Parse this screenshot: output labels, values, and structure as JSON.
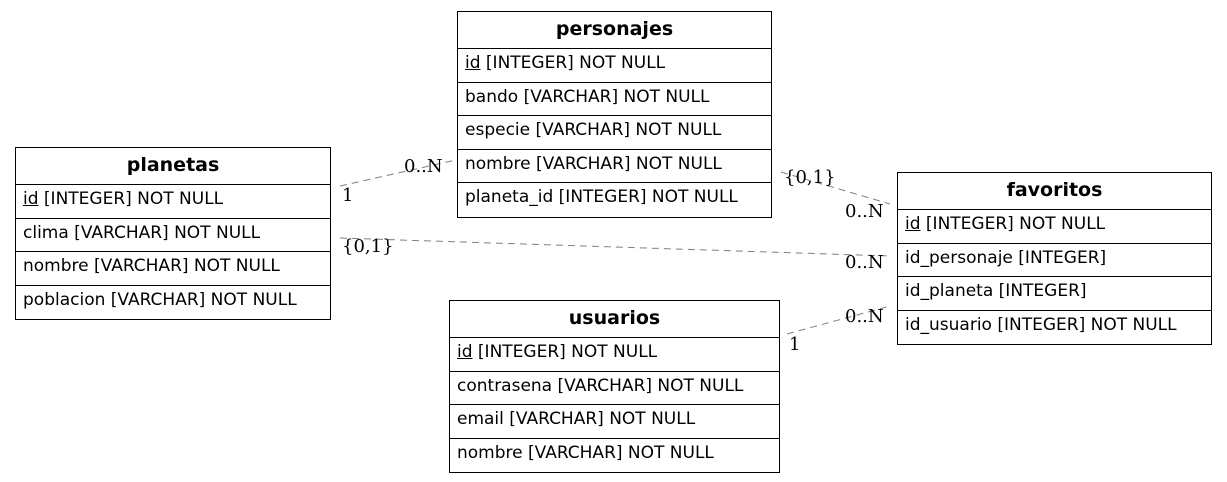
{
  "entities": {
    "personajes": {
      "name": "personajes",
      "attributes": [
        {
          "name": "id",
          "type": " [INTEGER] NOT NULL",
          "pk": true
        },
        {
          "name": "bando",
          "type": " [VARCHAR] NOT NULL",
          "pk": false
        },
        {
          "name": "especie",
          "type": " [VARCHAR] NOT NULL",
          "pk": false
        },
        {
          "name": "nombre",
          "type": " [VARCHAR] NOT NULL",
          "pk": false
        },
        {
          "name": "planeta_id",
          "type": " [INTEGER] NOT NULL",
          "pk": false
        }
      ]
    },
    "planetas": {
      "name": "planetas",
      "attributes": [
        {
          "name": "id",
          "type": " [INTEGER] NOT NULL",
          "pk": true
        },
        {
          "name": "clima",
          "type": " [VARCHAR] NOT NULL",
          "pk": false
        },
        {
          "name": "nombre",
          "type": " [VARCHAR] NOT NULL",
          "pk": false
        },
        {
          "name": "poblacion",
          "type": " [VARCHAR] NOT NULL",
          "pk": false
        }
      ]
    },
    "favoritos": {
      "name": "favoritos",
      "attributes": [
        {
          "name": "id",
          "type": " [INTEGER] NOT NULL",
          "pk": true
        },
        {
          "name": "id_personaje",
          "type": " [INTEGER]",
          "pk": false
        },
        {
          "name": "id_planeta",
          "type": " [INTEGER]",
          "pk": false
        },
        {
          "name": "id_usuario",
          "type": " [INTEGER] NOT NULL",
          "pk": false
        }
      ]
    },
    "usuarios": {
      "name": "usuarios",
      "attributes": [
        {
          "name": "id",
          "type": " [INTEGER] NOT NULL",
          "pk": true
        },
        {
          "name": "contrasena",
          "type": " [VARCHAR] NOT NULL",
          "pk": false
        },
        {
          "name": "email",
          "type": " [VARCHAR] NOT NULL",
          "pk": false
        },
        {
          "name": "nombre",
          "type": " [VARCHAR] NOT NULL",
          "pk": false
        }
      ]
    }
  },
  "relationships": [
    {
      "from": "planetas",
      "to": "personajes",
      "from_card": "1",
      "to_card": "0..N"
    },
    {
      "from": "personajes",
      "to": "favoritos",
      "from_card": "{0,1}",
      "to_card": "0..N"
    },
    {
      "from": "planetas",
      "to": "favoritos",
      "from_card": "{0,1}",
      "to_card": "0..N"
    },
    {
      "from": "usuarios",
      "to": "favoritos",
      "from_card": "1",
      "to_card": "0..N"
    }
  ],
  "colors": {
    "border": "#000000",
    "relationship_line": "#808080",
    "background": "#ffffff"
  }
}
